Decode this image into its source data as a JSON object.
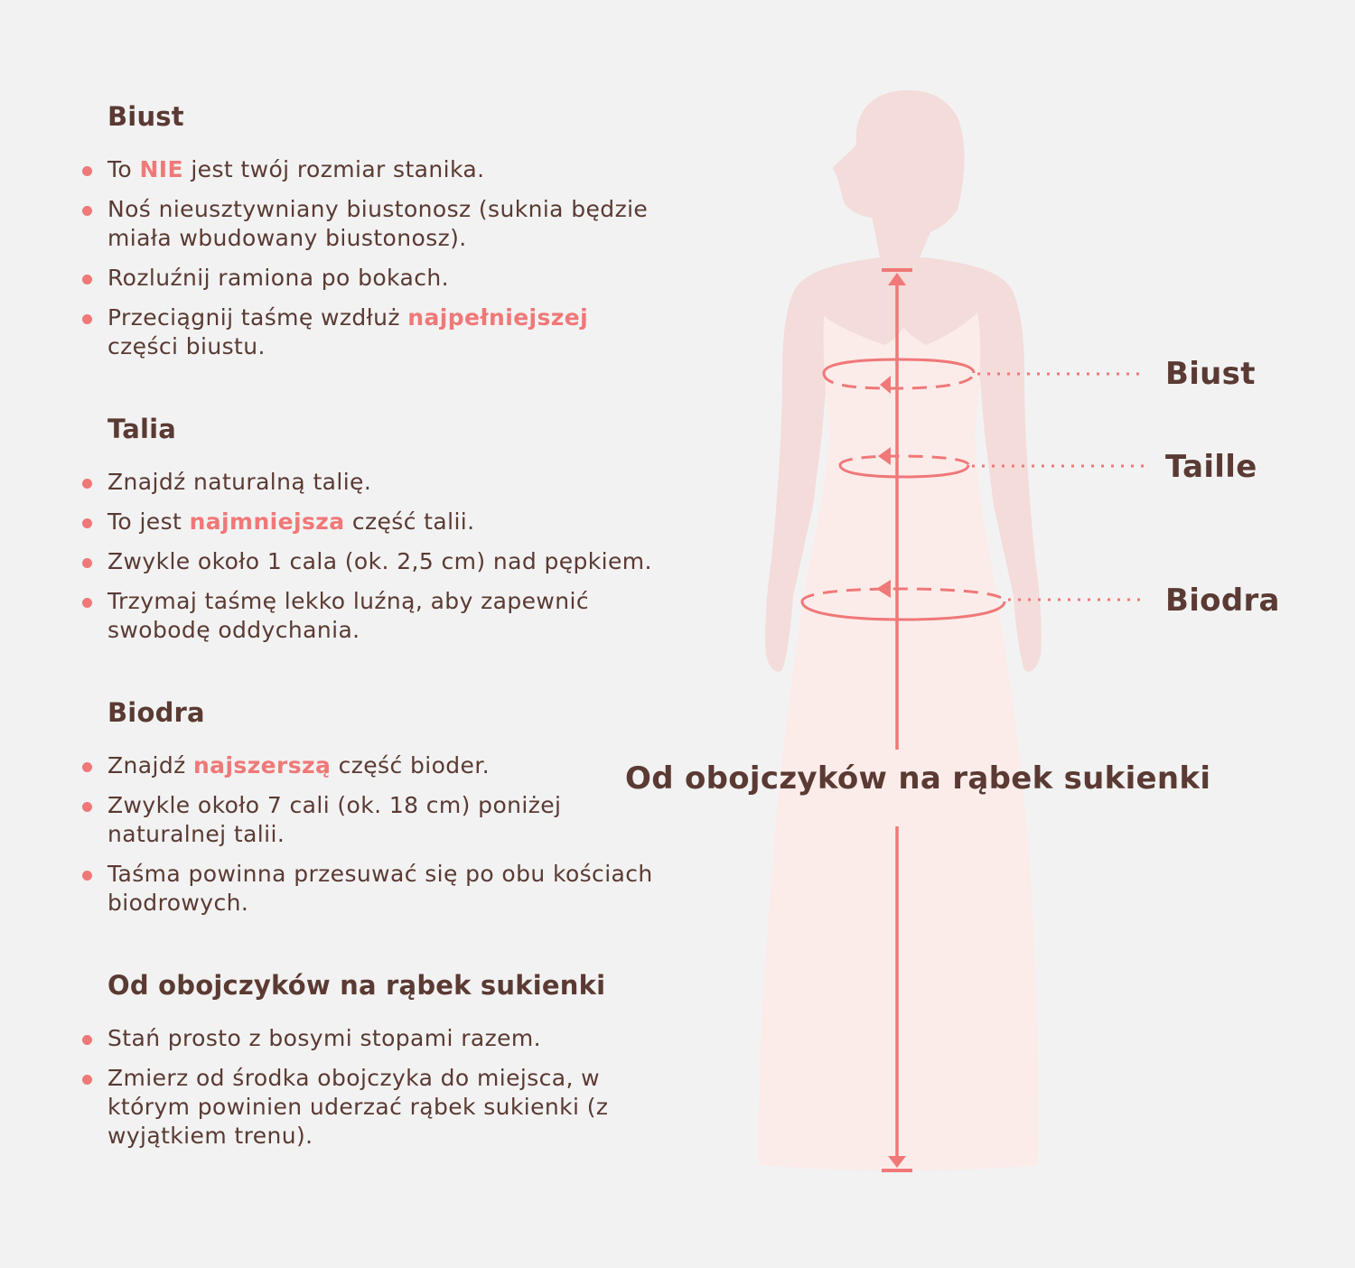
{
  "colors": {
    "background": "#f2f2f2",
    "text": "#5a3a33",
    "accent": "#f07878",
    "silhouette": "#f3dcda",
    "dress": "#fbecea"
  },
  "sections": [
    {
      "title": "Biust",
      "items": [
        {
          "parts": [
            {
              "text": "To "
            },
            {
              "text": "NIE",
              "hl": true
            },
            {
              "text": " jest twój rozmiar stanika."
            }
          ]
        },
        {
          "parts": [
            {
              "text": "Noś nieusztywniany biustonosz (suknia będzie miała wbudowany biustonosz)."
            }
          ]
        },
        {
          "parts": [
            {
              "text": "Rozluźnij ramiona po bokach."
            }
          ]
        },
        {
          "parts": [
            {
              "text": "Przeciągnij taśmę wzdłuż "
            },
            {
              "text": "najpełniejszej",
              "hl": true
            },
            {
              "text": " części biustu."
            }
          ]
        }
      ]
    },
    {
      "title": "Talia",
      "items": [
        {
          "parts": [
            {
              "text": " Znajdź naturalną talię."
            }
          ]
        },
        {
          "parts": [
            {
              "text": "To jest "
            },
            {
              "text": "najmniejsza",
              "hl": true
            },
            {
              "text": " część talii."
            }
          ]
        },
        {
          "parts": [
            {
              "text": "Zwykle około 1 cala (ok. 2,5 cm) nad pępkiem."
            }
          ]
        },
        {
          "parts": [
            {
              "text": "Trzymaj taśmę lekko luźną, aby zapewnić swobodę oddychania."
            }
          ]
        }
      ]
    },
    {
      "title": "Biodra",
      "items": [
        {
          "parts": [
            {
              "text": "Znajdź "
            },
            {
              "text": "najszerszą",
              "hl": true
            },
            {
              "text": " część bioder."
            }
          ]
        },
        {
          "parts": [
            {
              "text": "Zwykle około 7 cali (ok. 18 cm) poniżej naturalnej talii."
            }
          ]
        },
        {
          "parts": [
            {
              "text": "Taśma powinna przesuwać się po obu kościach biodrowych."
            }
          ]
        }
      ]
    },
    {
      "title": "Od obojczyków na rąbek sukienki",
      "items": [
        {
          "parts": [
            {
              "text": "Stań prosto z bosymi stopami razem."
            }
          ]
        },
        {
          "parts": [
            {
              "text": "Zmierz od środka obojczyka do miejsca, w którym powinien uderzać rąbek sukienki (z wyjątkiem trenu)."
            }
          ]
        }
      ]
    }
  ],
  "figure": {
    "callouts": {
      "bust": "Biust",
      "waist": "Taille",
      "hips": "Biodra"
    },
    "length_label": "Od obojczyków na rąbek sukienki"
  }
}
